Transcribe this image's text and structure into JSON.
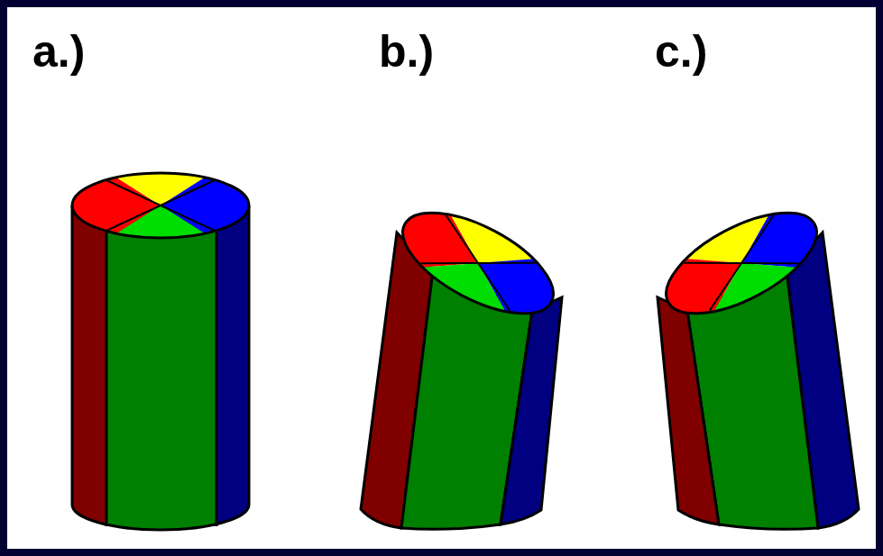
{
  "diagram": {
    "labels": [
      "a.)",
      "b.)",
      "c.)"
    ]
  }
}
